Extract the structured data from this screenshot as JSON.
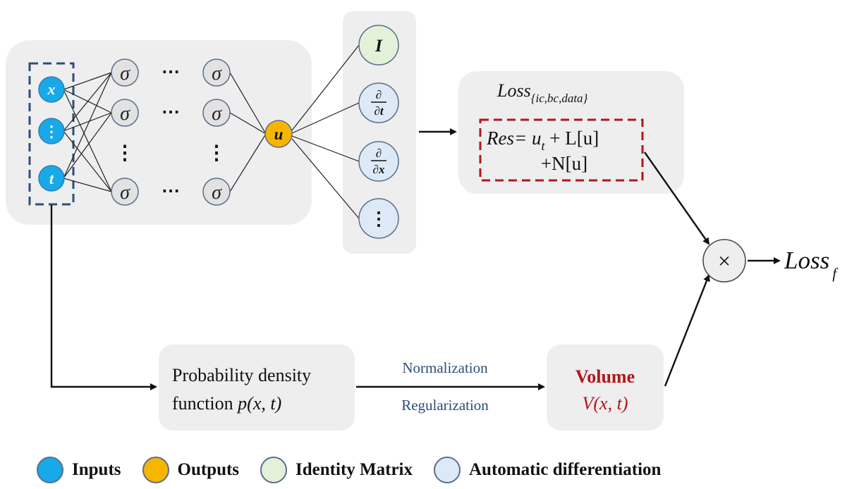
{
  "nodes": {
    "input_x": "x",
    "input_dots": "⋮",
    "input_t": "t",
    "hidden_neuron": "σ",
    "ellipsis_h": "⋯",
    "ellipsis_v": "⋮",
    "output_u": "u",
    "identity": "I",
    "d_partial": "∂",
    "d_t": "∂t",
    "d_x": "∂x",
    "op_dots": "⋮"
  },
  "loss_box": {
    "title_main": "Loss",
    "title_sub": "{ic,bc,data}",
    "res_prefix": "Res",
    "res_eq": "= u",
    "res_eq_sub": "t",
    "res_eq_rest": " + L[u]",
    "res_line2": "+N[u]"
  },
  "multiply_symbol": "×",
  "final_loss": {
    "main": "Loss",
    "sub": "f"
  },
  "pdf_box": {
    "line1": "Probability density",
    "line2_prefix": "function ",
    "line2_func": "p(x, t)"
  },
  "arrow_labels": {
    "top": "Normalization",
    "bottom": "Regularization"
  },
  "volume_box": {
    "title": "Volume",
    "formula": "V(x, t)"
  },
  "legend": [
    {
      "label": "Inputs",
      "color": "#17a9e8"
    },
    {
      "label": "Outputs",
      "color": "#f7b500"
    },
    {
      "label": "Identity Matrix",
      "color": "#e4f1d9"
    },
    {
      "label": "Automatic differentiation",
      "color": "#dde9f6"
    }
  ],
  "colors": {
    "input": "#17a9e8",
    "output": "#f7b500",
    "identity": "#e4f1d9",
    "autodiff": "#dde9f6",
    "hidden": "#e2e2e2",
    "panel": "#eeeeee",
    "dashed_blue": "#2e4d7b",
    "dashed_red": "#b3151b",
    "volume_text": "#b3151b",
    "arrow_label_text": "#2e4d7b"
  }
}
